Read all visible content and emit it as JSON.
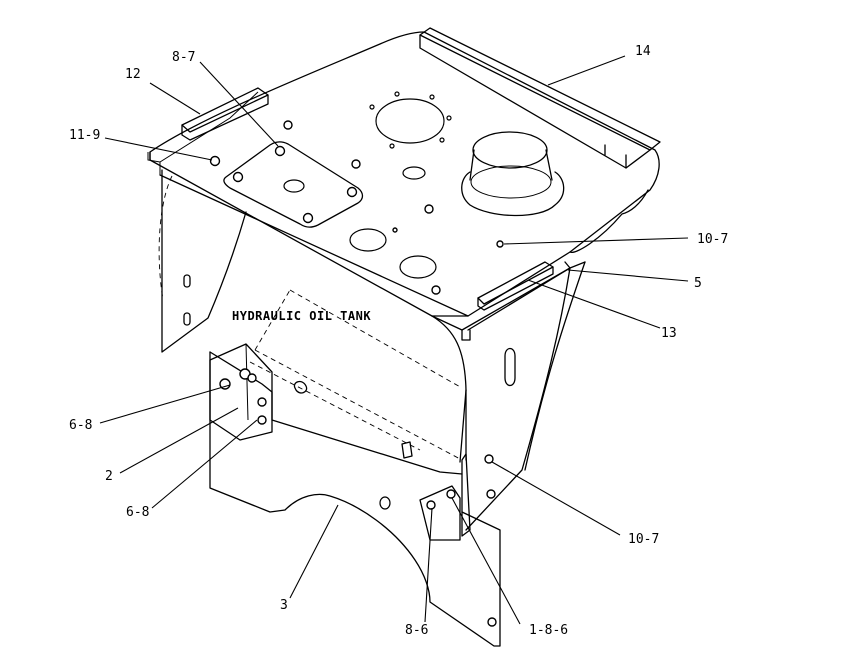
{
  "diagram": {
    "title": "HYDRAULIC OIL TANK",
    "callouts": [
      {
        "id": "c14",
        "text": "14"
      },
      {
        "id": "c12",
        "text": "12"
      },
      {
        "id": "c8_7",
        "text": "8-7"
      },
      {
        "id": "c11_9",
        "text": "11-9"
      },
      {
        "id": "c10_7a",
        "text": "10-7"
      },
      {
        "id": "c5",
        "text": "5"
      },
      {
        "id": "c13",
        "text": "13"
      },
      {
        "id": "c6_8a",
        "text": "6-8"
      },
      {
        "id": "c2",
        "text": "2"
      },
      {
        "id": "c6_8b",
        "text": "6-8"
      },
      {
        "id": "c10_7b",
        "text": "10-7"
      },
      {
        "id": "c3",
        "text": "3"
      },
      {
        "id": "c8_6",
        "text": "8-6"
      },
      {
        "id": "c1_8_6",
        "text": "1-8-6"
      }
    ]
  }
}
